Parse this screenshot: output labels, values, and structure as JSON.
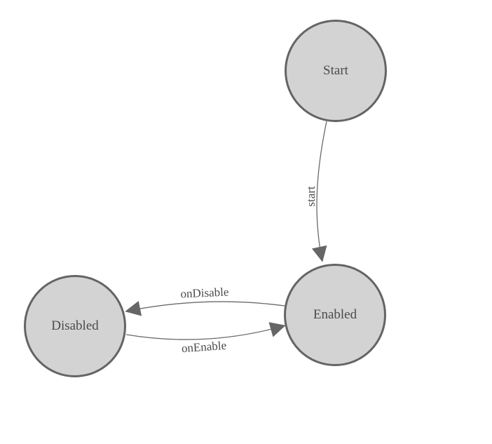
{
  "diagram": {
    "type": "state-machine",
    "nodes": [
      {
        "id": "start",
        "label": "Start"
      },
      {
        "id": "enabled",
        "label": "Enabled"
      },
      {
        "id": "disabled",
        "label": "Disabled"
      }
    ],
    "edges": [
      {
        "id": "start-to-enabled",
        "from": "start",
        "to": "enabled",
        "label": "start"
      },
      {
        "id": "enabled-to-disabled",
        "from": "enabled",
        "to": "disabled",
        "label": "onDisable"
      },
      {
        "id": "disabled-to-enabled",
        "from": "disabled",
        "to": "enabled",
        "label": "onEnable"
      }
    ],
    "colors": {
      "background": "#ffffff",
      "node_fill": "#d3d3d3",
      "node_border": "#646464",
      "edge_line": "#6a6a6a",
      "arrowhead": "#666666",
      "label_text": "#4b4b4b"
    }
  }
}
